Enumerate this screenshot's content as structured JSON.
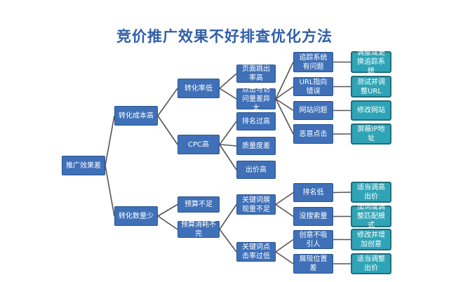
{
  "title": "竞价推广效果不好排查优化方法",
  "nodes": {
    "root": "推广效果差",
    "cost_high": "转化成本高",
    "count_low": "转化数量少",
    "rate_low": "转化率低",
    "cpc_high": "CPC高",
    "budget_short": "预算不足",
    "budget_unused": "预算消耗不完",
    "bounce_high": "页面跳出率高",
    "click_visit_gap": "点击与访问量差异大",
    "rank_too_high": "排名过高",
    "quality_bad": "质量度差",
    "bid_high": "出价高",
    "kw_impr_low": "关键词展现量不足",
    "kw_ctr_low": "关键词点击率过低",
    "tracking_issue": "追踪系统有问题",
    "url_error": "URL指向错误",
    "site_issue": "网站问题",
    "fraud_click": "恶意点击",
    "rank_low": "排名低",
    "no_search": "没搜索量",
    "creative_weak": "创意不吸引人",
    "position_bad": "展现位置差",
    "fix_tracking": "调整或更换追踪系统",
    "fix_url": "测试并调整URL",
    "fix_site": "修改网站",
    "block_ip": "屏蔽IP地址",
    "raise_bid": "适当调高出价",
    "add_keywords": "加词或调整匹配模式",
    "fix_creative": "修改并增加创意",
    "adjust_bid": "适当调整出价"
  },
  "colors": {
    "title": "#2f5fa8",
    "node": "#3f70b8",
    "solution": "#2fa4b6",
    "line": "#555555"
  }
}
